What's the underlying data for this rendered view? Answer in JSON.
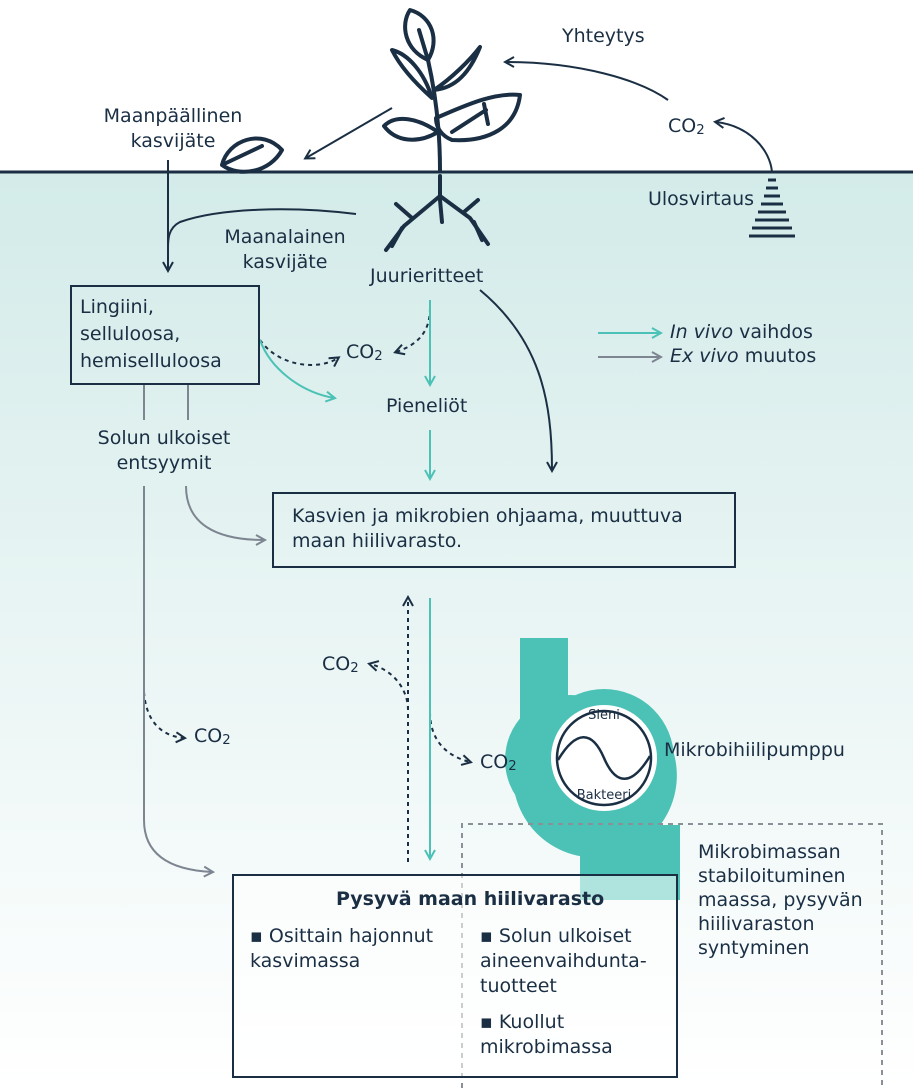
{
  "labels": {
    "photosynthesis": "Yhteytys",
    "co2": "CO",
    "co2_sub": "2",
    "aboveground_litter_l1": "Maanpäällinen",
    "aboveground_litter_l2": "kasvijäte",
    "outflow": "Ulosvirtaus",
    "belowground_litter_l1": "Maanalainen",
    "belowground_litter_l2": "kasvijäte",
    "root_exudates": "Juurieritteet",
    "lignin_l1": "Lingiini,",
    "lignin_l2": "selluloosa,",
    "lignin_l3": "hemiselluloosa",
    "microbes": "Pieneliöt",
    "enzymes_l1": "Solun ulkoiset",
    "enzymes_l2": "entsyymit",
    "active_pool_l1": "Kasvien ja mikrobien ohjaama, muuttuva",
    "active_pool_l2": "maan hiilivarasto.",
    "fungi": "Sieni",
    "bacteria": "Bakteeri",
    "pump": "Mikrobihiilipumppu",
    "stabil_l1": "Mikrobimassan",
    "stabil_l2": "stabiloituminen",
    "stabil_l3": "maassa, pysyvän",
    "stabil_l4": "hiilivaraston",
    "stabil_l5": "syntyminen",
    "stable_title": "Pysyvä maan hiilivarasto",
    "stable_b1_l1": "▪ Osittain hajonnut",
    "stable_b1_l2": "kasvimassa",
    "stable_b2_l1": "▪ Solun ulkoiset",
    "stable_b2_l2": "aineenvaihdunta-",
    "stable_b2_l3": "tuotteet",
    "stable_b3_l1": "▪ Kuollut",
    "stable_b3_l2": "mikrobimassa"
  },
  "legend": {
    "in_vivo_italic": "In vivo",
    "in_vivo_rest": " vaihdos",
    "ex_vivo_italic": "Ex vivo",
    "ex_vivo_rest": " muutos"
  },
  "colors": {
    "ink": "#1b2f44",
    "teal": "#4cc2b6",
    "grey": "#7d8591",
    "soil_top": "#d5ecea",
    "soil_bottom": "#ffffff"
  }
}
